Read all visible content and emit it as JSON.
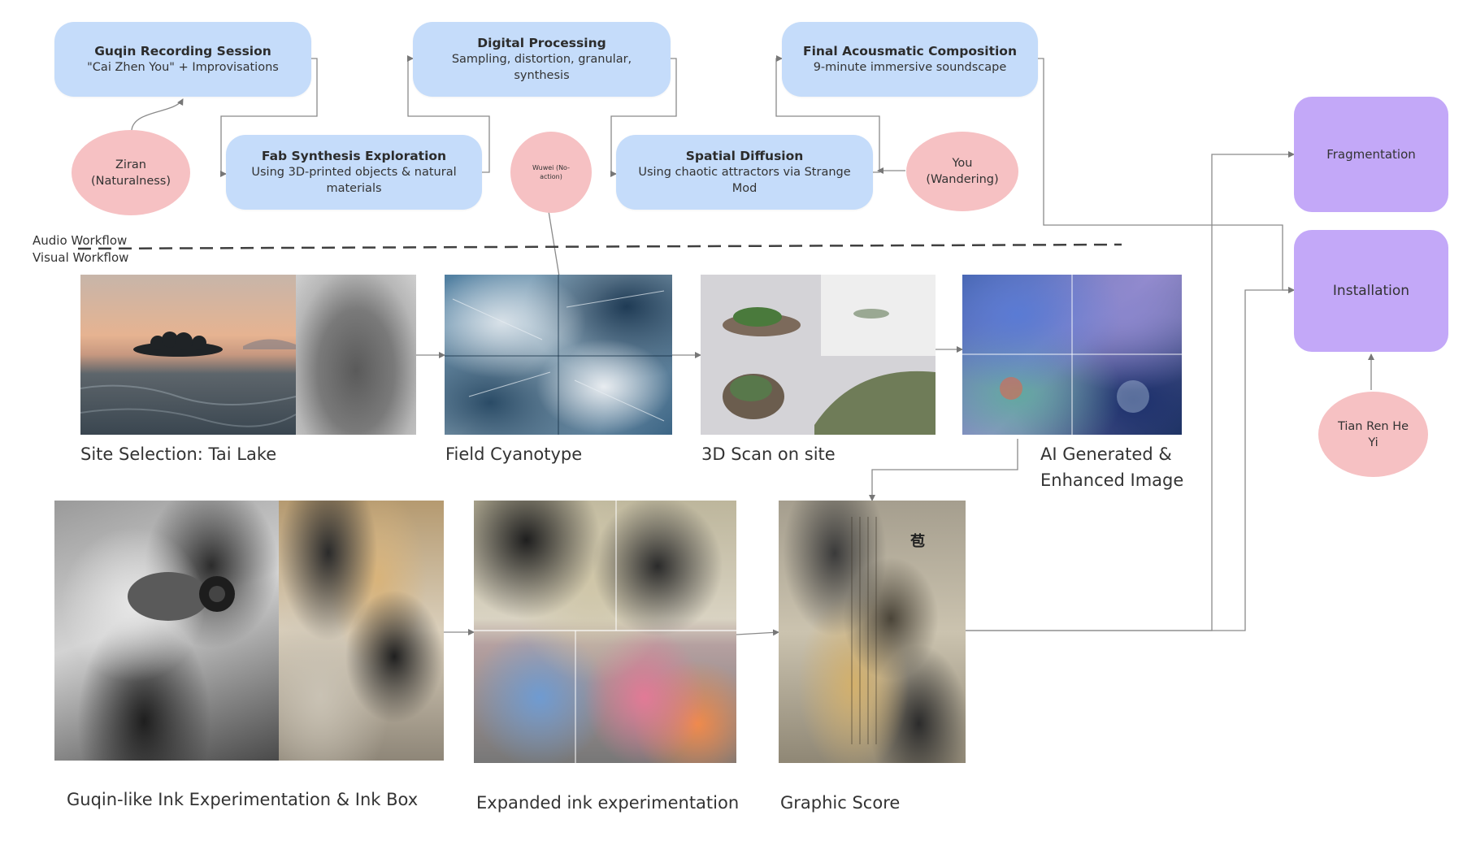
{
  "audio": {
    "recording": {
      "title": "Guqin Recording Session",
      "subtitle": "\"Cai Zhen You\" + Improvisations"
    },
    "fab": {
      "title": "Fab Synthesis Exploration",
      "subtitle_1": "Using 3D-printed objects & natural",
      "subtitle_2": "materials"
    },
    "processing": {
      "title": "Digital Processing",
      "subtitle": "Sampling, distortion, granular, synthesis"
    },
    "spatial": {
      "title": "Spatial Diffusion",
      "subtitle": "Using chaotic attractors via Strange Mod"
    },
    "final": {
      "title": "Final Acousmatic Composition",
      "subtitle": "9-minute immersive soundscape"
    }
  },
  "concepts": {
    "ziran_1": "Ziran",
    "ziran_2": "(Naturalness)",
    "wuwei_1": "Wuwei (No-",
    "wuwei_2": "action)",
    "you_1": "You",
    "you_2": "(Wandering)",
    "tian_1": "Tian Ren He",
    "tian_2": "Yi"
  },
  "outputs": {
    "fragmentation": "Fragmentation",
    "installation": "Installation"
  },
  "workflow": {
    "audio_label": "Audio Workflow",
    "visual_label": "Visual Workflow"
  },
  "captions": {
    "site": "Site Selection: Tai Lake",
    "cyanotype": "Field Cyanotype",
    "scan": "3D Scan on site",
    "ai_1": "AI Generated &",
    "ai_2": "Enhanced Image",
    "ink": "Guqin-like Ink Experimentation & Ink Box",
    "expanded": "Expanded ink experimentation",
    "score": "Graphic Score"
  },
  "score_glyph": "苞",
  "colors": {
    "box_blue": "#c5dcfa",
    "ellipse_pink": "#f6c1c3",
    "output_purple": "#c3a8f8",
    "line_gray": "#8a8a8a"
  }
}
